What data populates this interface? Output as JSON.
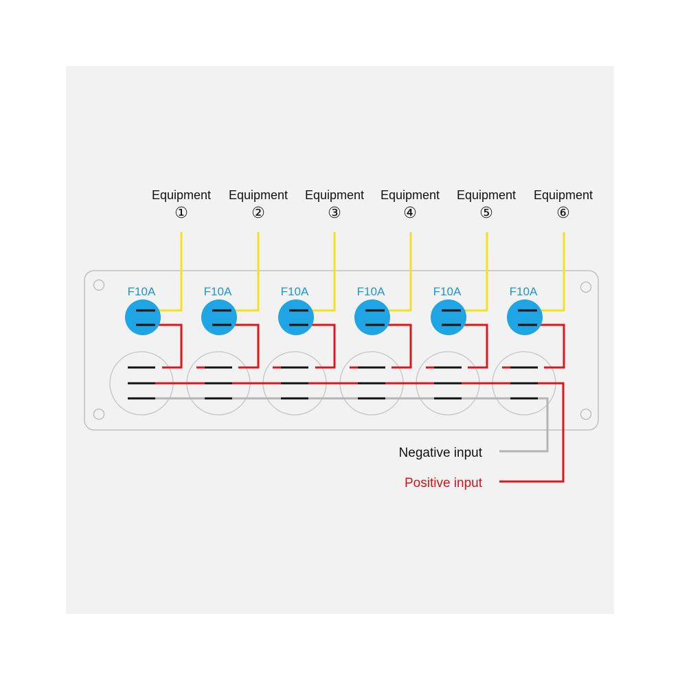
{
  "equipment": [
    {
      "label": "Equipment",
      "number": "①",
      "fuse": "F10A"
    },
    {
      "label": "Equipment",
      "number": "②",
      "fuse": "F10A"
    },
    {
      "label": "Equipment",
      "number": "③",
      "fuse": "F10A"
    },
    {
      "label": "Equipment",
      "number": "④",
      "fuse": "F10A"
    },
    {
      "label": "Equipment",
      "number": "⑤",
      "fuse": "F10A"
    },
    {
      "label": "Equipment",
      "number": "⑥",
      "fuse": "F10A"
    }
  ],
  "inputs": {
    "negative": "Negative input",
    "positive": "Positive input"
  },
  "colors": {
    "equipment_wire": "#f2e21a",
    "positive_wire": "#e0141b",
    "negative_wire": "#b4b4b4",
    "fuse_body": "#1fa4e4",
    "fuse_label": "#1b96d6",
    "positive_label": "#d81418",
    "negative_label": "#111111",
    "panel_outline": "#b8b8b8",
    "terminal": "#111111"
  }
}
